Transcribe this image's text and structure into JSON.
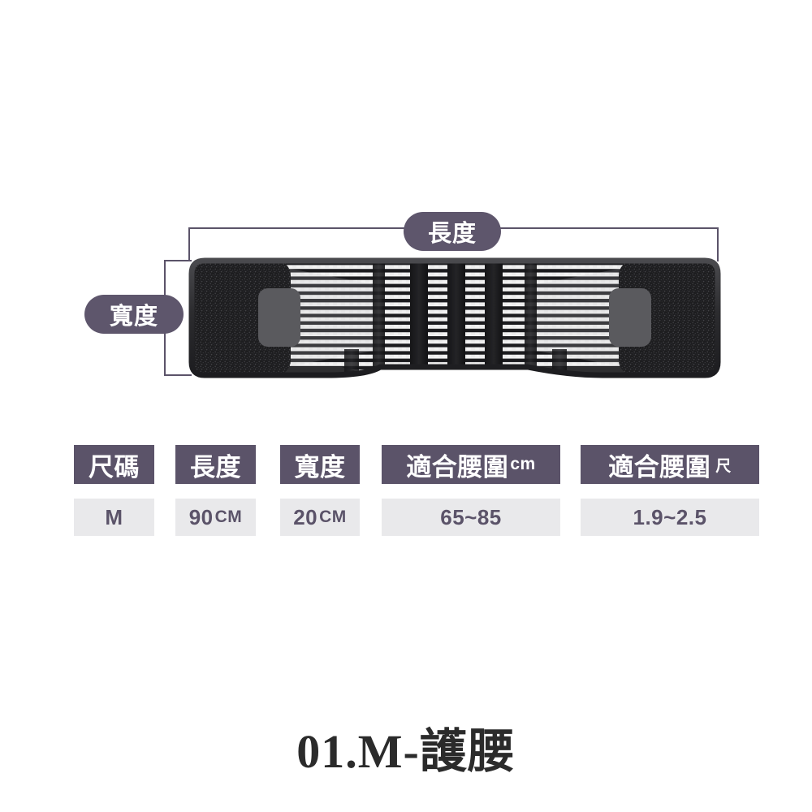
{
  "diagram": {
    "callouts": [
      {
        "id": "length",
        "label": "長度"
      },
      {
        "id": "width",
        "label": "寬度"
      }
    ],
    "line_color": "#5b5369",
    "product_color": "#2e2e30"
  },
  "table": {
    "headers": [
      {
        "text": "尺碼",
        "unit": ""
      },
      {
        "text": "長度",
        "unit": ""
      },
      {
        "text": "寬度",
        "unit": ""
      },
      {
        "text": "適合腰圍",
        "unit": "cm"
      },
      {
        "text": "適合腰圍",
        "unit": "尺"
      }
    ],
    "rows": [
      [
        {
          "value": "M",
          "unit": ""
        },
        {
          "value": "90",
          "unit": "CM"
        },
        {
          "value": "20",
          "unit": "CM"
        },
        {
          "value": "65~85",
          "unit": ""
        },
        {
          "value": "1.9~2.5",
          "unit": ""
        }
      ]
    ],
    "header_bg": "#5b5369",
    "header_fg": "#ffffff",
    "cell_bg": "#e9e9eb",
    "cell_fg": "#5b5369"
  },
  "caption": {
    "text": "01.M-護腰"
  }
}
